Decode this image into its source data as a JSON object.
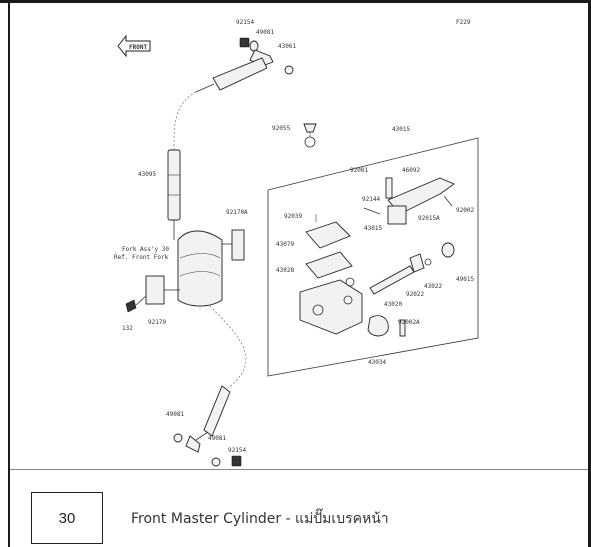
{
  "figure_code": "F229",
  "front_label": "FRONT",
  "callouts": [
    {
      "id": "c1",
      "text": "92154"
    },
    {
      "id": "c2",
      "text": "49081"
    },
    {
      "id": "c3",
      "text": "43061"
    },
    {
      "id": "c4",
      "text": "92055"
    },
    {
      "id": "c5",
      "text": "43015"
    },
    {
      "id": "c6",
      "text": "43095"
    },
    {
      "id": "c7",
      "text": "92001"
    },
    {
      "id": "c8",
      "text": "46092"
    },
    {
      "id": "c9",
      "text": "92144"
    },
    {
      "id": "c10",
      "text": "92002"
    },
    {
      "id": "c11",
      "text": "92015A"
    },
    {
      "id": "c12",
      "text": "43015"
    },
    {
      "id": "c13",
      "text": "92170A"
    },
    {
      "id": "c14",
      "text": "92039"
    },
    {
      "id": "c15",
      "text": "43079"
    },
    {
      "id": "c16",
      "text": "43028"
    },
    {
      "id": "c17",
      "text": "49015"
    },
    {
      "id": "c18",
      "text": "43022"
    },
    {
      "id": "c19",
      "text": "92022"
    },
    {
      "id": "c20",
      "text": "43020"
    },
    {
      "id": "c21",
      "text": "92002A"
    },
    {
      "id": "c22",
      "text": "43034"
    },
    {
      "id": "c23",
      "text": "132"
    },
    {
      "id": "c24",
      "text": "92170"
    },
    {
      "id": "c25",
      "text": "49081"
    },
    {
      "id": "c26",
      "text": "49081"
    },
    {
      "id": "c27",
      "text": "92154"
    }
  ],
  "fork_note": [
    "Fork Ass'y 30",
    "Ref. Front Fork"
  ],
  "item_number": "30",
  "caption": "Front Master Cylinder - แม่ปั๊มเบรคหน้า"
}
